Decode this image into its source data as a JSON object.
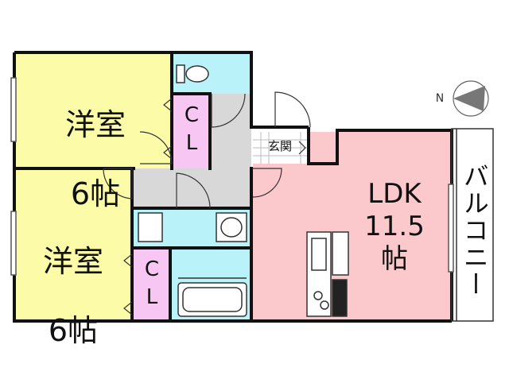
{
  "rooms": {
    "western_room_1": {
      "name": "洋室",
      "size": "6帖",
      "color": "#fbfba8"
    },
    "western_room_2": {
      "name": "洋室",
      "size": "6帖",
      "color": "#fbfba8"
    },
    "closet_1": {
      "name": "C\nL",
      "color": "#f7c6f2"
    },
    "closet_2": {
      "name": "C\nL",
      "color": "#f7c6f2"
    },
    "ldk": {
      "name": "LDK\n11.5\n帖",
      "color": "#fbc9cc"
    },
    "entrance": {
      "name": "玄関"
    },
    "balcony": {
      "name": "バルコニー"
    },
    "wet_area": {
      "color": "#b9f2f8"
    },
    "hallway": {
      "color": "#d8d8d8"
    }
  },
  "compass": {
    "label": "N"
  },
  "colors": {
    "wall": "#111111",
    "line": "#333333"
  }
}
